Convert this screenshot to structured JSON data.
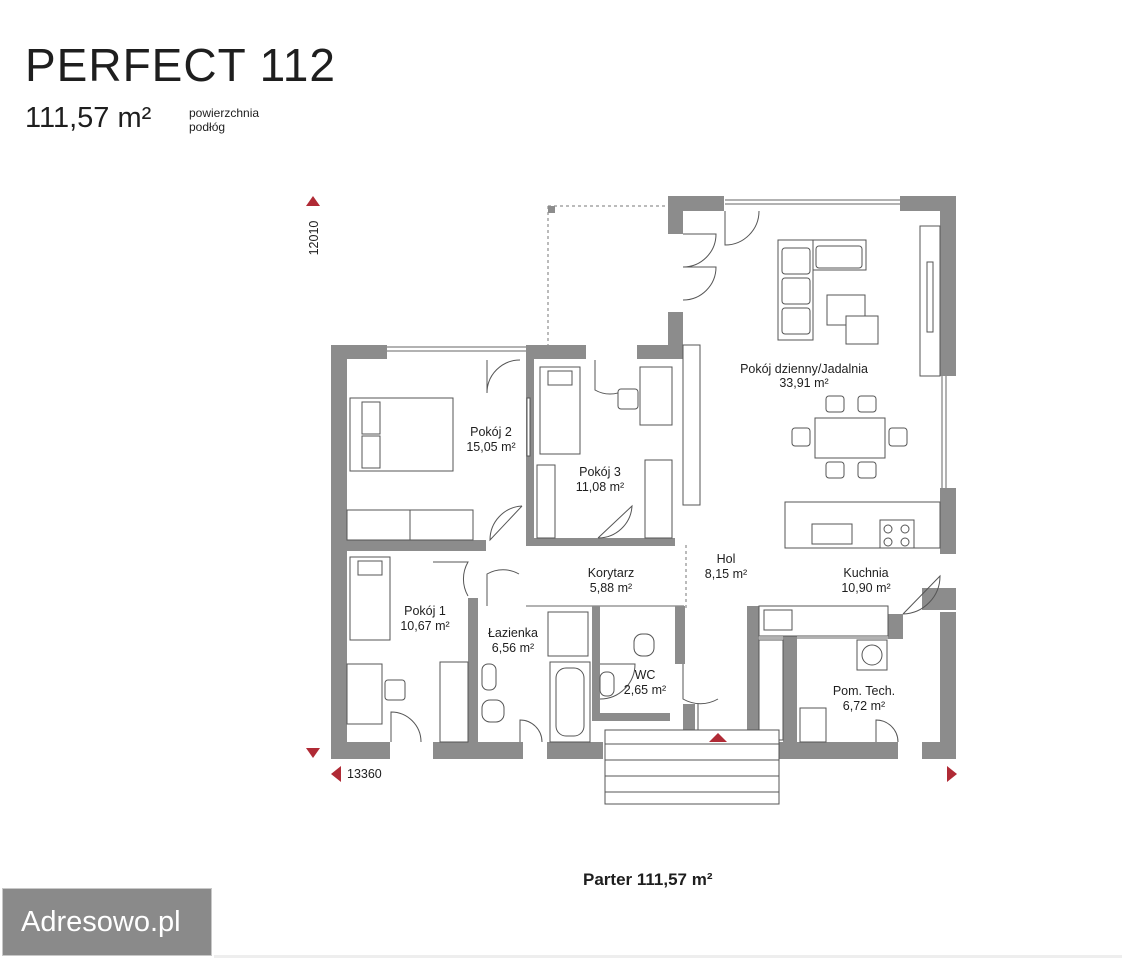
{
  "header": {
    "title": "PERFECT 112",
    "area_value": "111,57 m²",
    "area_note_line1": "powierzchnia",
    "area_note_line2": "podłóg"
  },
  "dimensions": {
    "height": "12010",
    "width": "13360"
  },
  "rooms": [
    {
      "name": "Pokój dzienny/Jadalnia",
      "area": "33,91 m²"
    },
    {
      "name": "Pokój 2",
      "area": "15,05 m²"
    },
    {
      "name": "Pokój 3",
      "area": "11,08 m²"
    },
    {
      "name": "Hol",
      "area": "8,15 m²"
    },
    {
      "name": "Korytarz",
      "area": "5,88 m²"
    },
    {
      "name": "Kuchnia",
      "area": "10,90 m²"
    },
    {
      "name": "Pokój 1",
      "area": "10,67 m²"
    },
    {
      "name": "Łazienka",
      "area": "6,56 m²"
    },
    {
      "name": "WC",
      "area": "2,65 m²"
    },
    {
      "name": "Pom. Tech.",
      "area": "6,72 m²"
    }
  ],
  "caption": "Parter 111,57 m²",
  "watermark": "Adresowo.pl",
  "colors": {
    "wall": "#8c8c8c",
    "line": "#555555",
    "accent": "#b02a35",
    "text": "#1e1e1e"
  }
}
